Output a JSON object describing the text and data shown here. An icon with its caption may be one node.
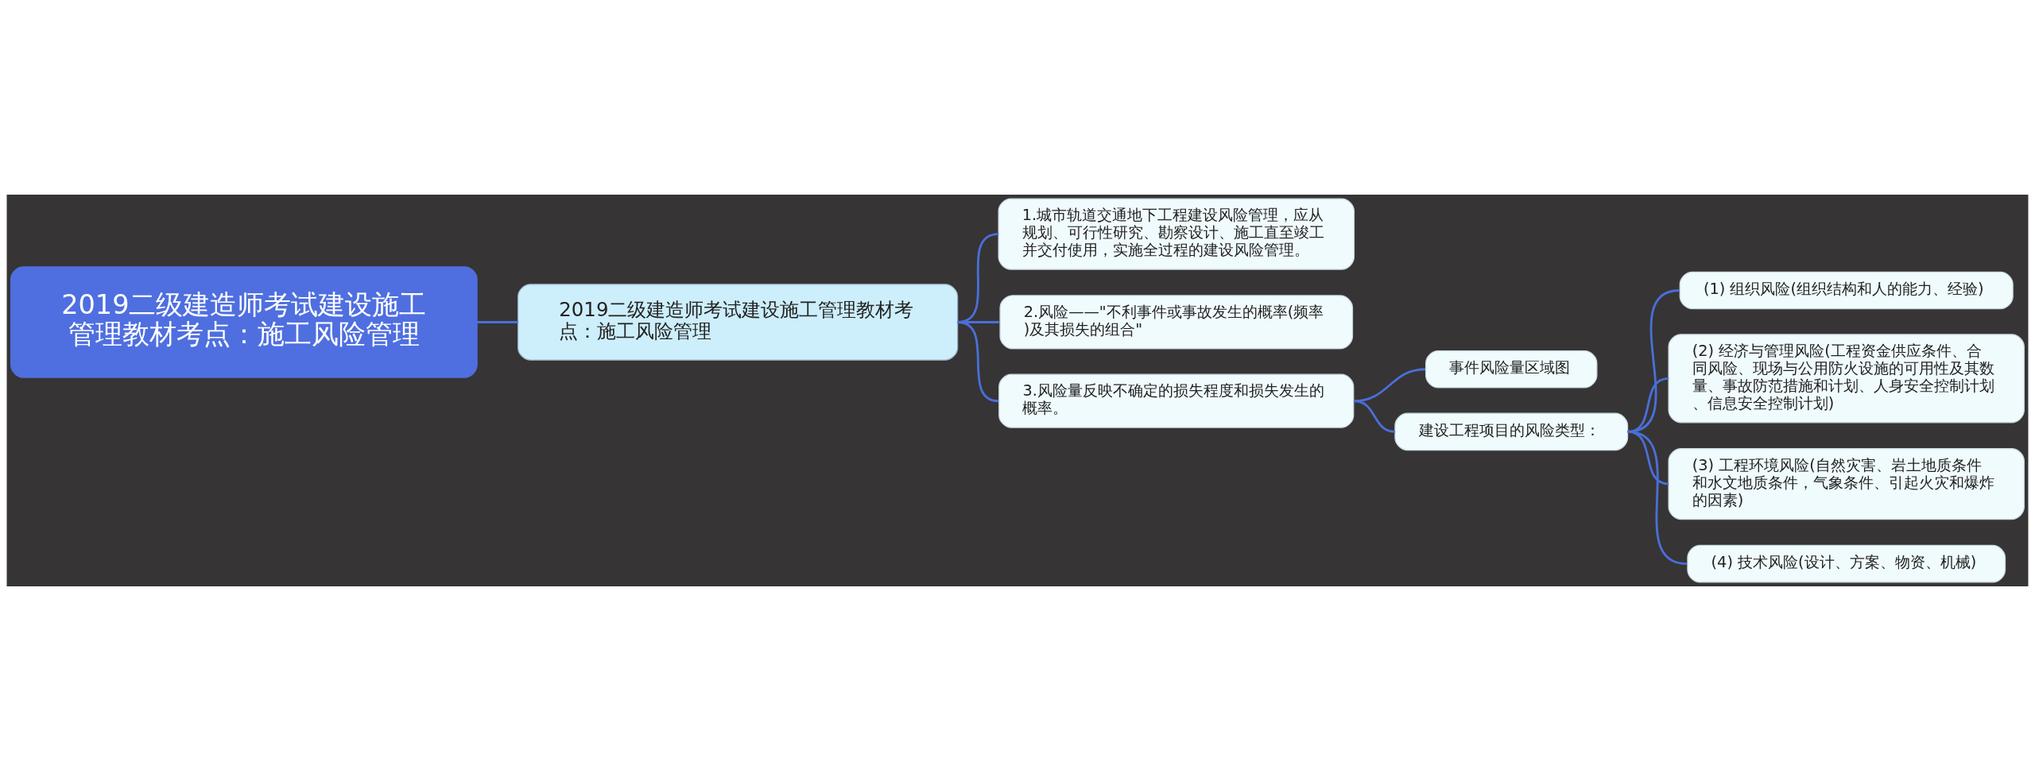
{
  "diagram": {
    "nodes": [
      {
        "text": [
          "2019二级建造师考试建设施工管理教材考点：施工风险管理"
        ]
      },
      {
        "text": [
          "2019二级建造师考试建设施工管理教材考点：施工风险管理"
        ]
      },
      {
        "text": [
          "1.城市轨道交通地下工程建设风险管理，应从规划、可行性研究、勘察设计、施工直至竣工并交付使用，实施全过程的建设风险管理。"
        ]
      },
      {
        "text": [
          "2.风险——\"不利事件或事故发生的概率(频率)及其损失的组合\""
        ]
      },
      {
        "text": [
          "3.风险量反映不确定的损失程度和损失发生的概率。"
        ]
      },
      {
        "text": [
          "事件风险量区域图"
        ]
      },
      {
        "text": [
          "建设工程项目的风险类型："
        ]
      },
      {
        "text": [
          "(1) 组织风险(组织结构和人的能力、经验)"
        ]
      },
      {
        "text": [
          "(2) 经济与管理风险(工程资金供应条件、合同风险、现场与公用防火设施的可用性及其数量、事故防范措施和计划、人身安全控制计划、信息安全控制计划)"
        ]
      },
      {
        "text": [
          "(3) 工程环境风险(自然灾害、岩土地质条件和水文地质条件，气象条件、引起火灾和爆炸的因素)"
        ]
      },
      {
        "text": [
          "(4) 技术风险(设计、方案、物资、机械)"
        ]
      }
    ],
    "edges": [
      {
        "from": 0,
        "to": 1,
        "arrow": "none"
      },
      {
        "from": 1,
        "to": 2,
        "arrow": "none"
      },
      {
        "from": 1,
        "to": 3,
        "arrow": "none"
      },
      {
        "from": 1,
        "to": 4,
        "arrow": "none"
      },
      {
        "from": 4,
        "to": 5,
        "arrow": "none"
      },
      {
        "from": 4,
        "to": 6,
        "arrow": "none"
      },
      {
        "from": 6,
        "to": 7,
        "arrow": "none"
      },
      {
        "from": 6,
        "to": 8,
        "arrow": "none"
      },
      {
        "from": 6,
        "to": 9,
        "arrow": "none"
      },
      {
        "from": 6,
        "to": 10,
        "arrow": "none"
      }
    ]
  }
}
